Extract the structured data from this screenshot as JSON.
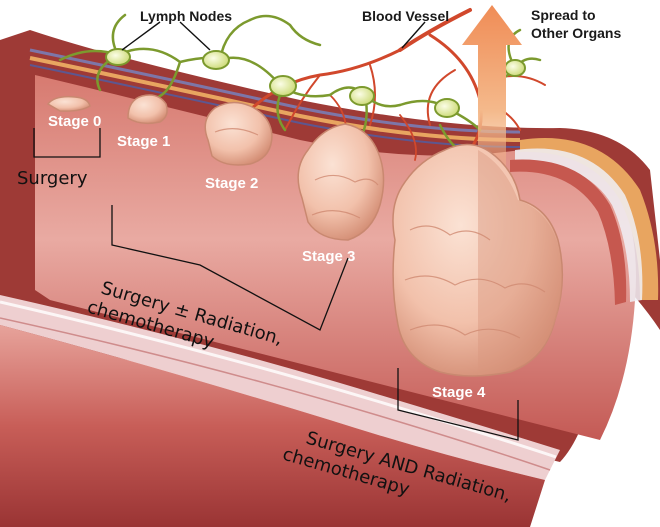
{
  "labels": {
    "lymph_nodes": "Lymph Nodes",
    "blood_vessel": "Blood Vessel",
    "spread_line1": "Spread to",
    "spread_line2": "Other Organs"
  },
  "stages": [
    "Stage 0",
    "Stage 1",
    "Stage 2",
    "Stage 3",
    "Stage 4"
  ],
  "treatments": {
    "surgery": "Surgery",
    "surgery_radiation_l1": "Surgery ± Radiation,",
    "surgery_radiation_l2": "chemotherapy",
    "surgery_and_l1": "Surgery AND Radiation,",
    "surgery_and_l2": "chemotherapy"
  },
  "colors": {
    "tissue_light": "#e9a8a0",
    "tissue_mid": "#c9625b",
    "tissue_dark": "#8f2d2c",
    "tumor": "#f2c6b4",
    "tumor_shade": "#d9967f",
    "vessel": "#d1482c",
    "lymph": "#7c9a2e",
    "node": "#e8f0b0",
    "fat_layer": "#e8a560",
    "membrane": "#7d76a8",
    "arrow": "#f4b98b"
  }
}
